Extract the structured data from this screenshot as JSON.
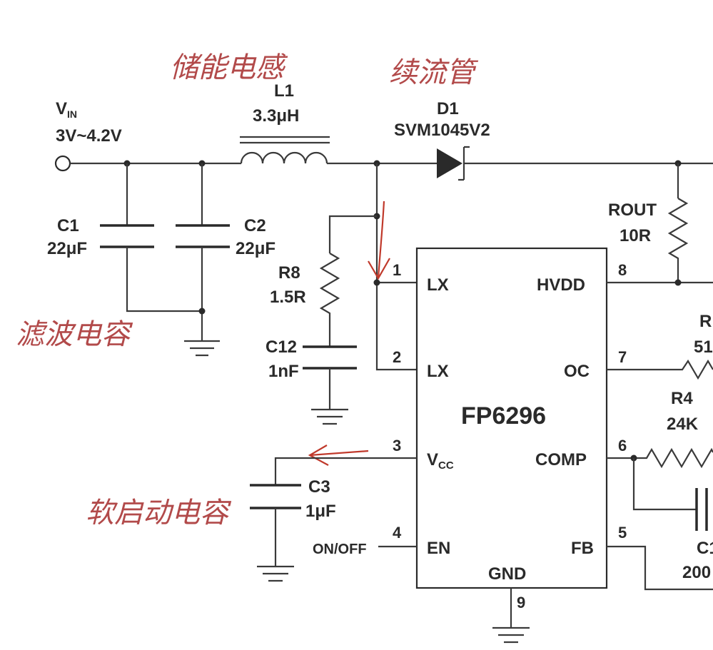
{
  "annotations": {
    "inductor_note": "储能电感",
    "diode_note": "续流管",
    "filter_cap_note": "滤波电容",
    "softstart_cap_note": "软启动电容"
  },
  "vin": {
    "label_v": "V",
    "label_sub": "IN",
    "range": "3V~4.2V"
  },
  "components": {
    "L1": {
      "ref": "L1",
      "value": "3.3μH"
    },
    "D1": {
      "ref": "D1",
      "value": "SVM1045V2"
    },
    "C1": {
      "ref": "C1",
      "value": "22μF"
    },
    "C2": {
      "ref": "C2",
      "value": "22μF"
    },
    "R8": {
      "ref": "R8",
      "value": "1.5R"
    },
    "C12": {
      "ref": "C12",
      "value": "1nF"
    },
    "C3": {
      "ref": "C3",
      "value": "1μF"
    },
    "ROUT": {
      "ref": "ROUT",
      "value": "10R"
    },
    "R4": {
      "ref": "R4",
      "value": "24K"
    },
    "R_partial": {
      "ref": "R",
      "value": "51"
    },
    "C_partial": {
      "ref": "C1",
      "value": "200"
    }
  },
  "ic": {
    "name": "FP6296",
    "gnd_label": "GND",
    "pins_left": [
      {
        "num": "1",
        "name": "LX"
      },
      {
        "num": "2",
        "name": "LX"
      },
      {
        "num": "3",
        "name": "V",
        "sub": "CC"
      },
      {
        "num": "4",
        "name": "EN"
      }
    ],
    "pins_right": [
      {
        "num": "8",
        "name": "HVDD"
      },
      {
        "num": "7",
        "name": "OC"
      },
      {
        "num": "6",
        "name": "COMP"
      },
      {
        "num": "5",
        "name": "FB"
      }
    ],
    "pin_bottom": {
      "num": "9"
    }
  },
  "onoff_label": "ON/OFF",
  "colors": {
    "ink": "#2a2a2a",
    "annotation": "#b24a4a",
    "arrow": "#c0392b"
  }
}
